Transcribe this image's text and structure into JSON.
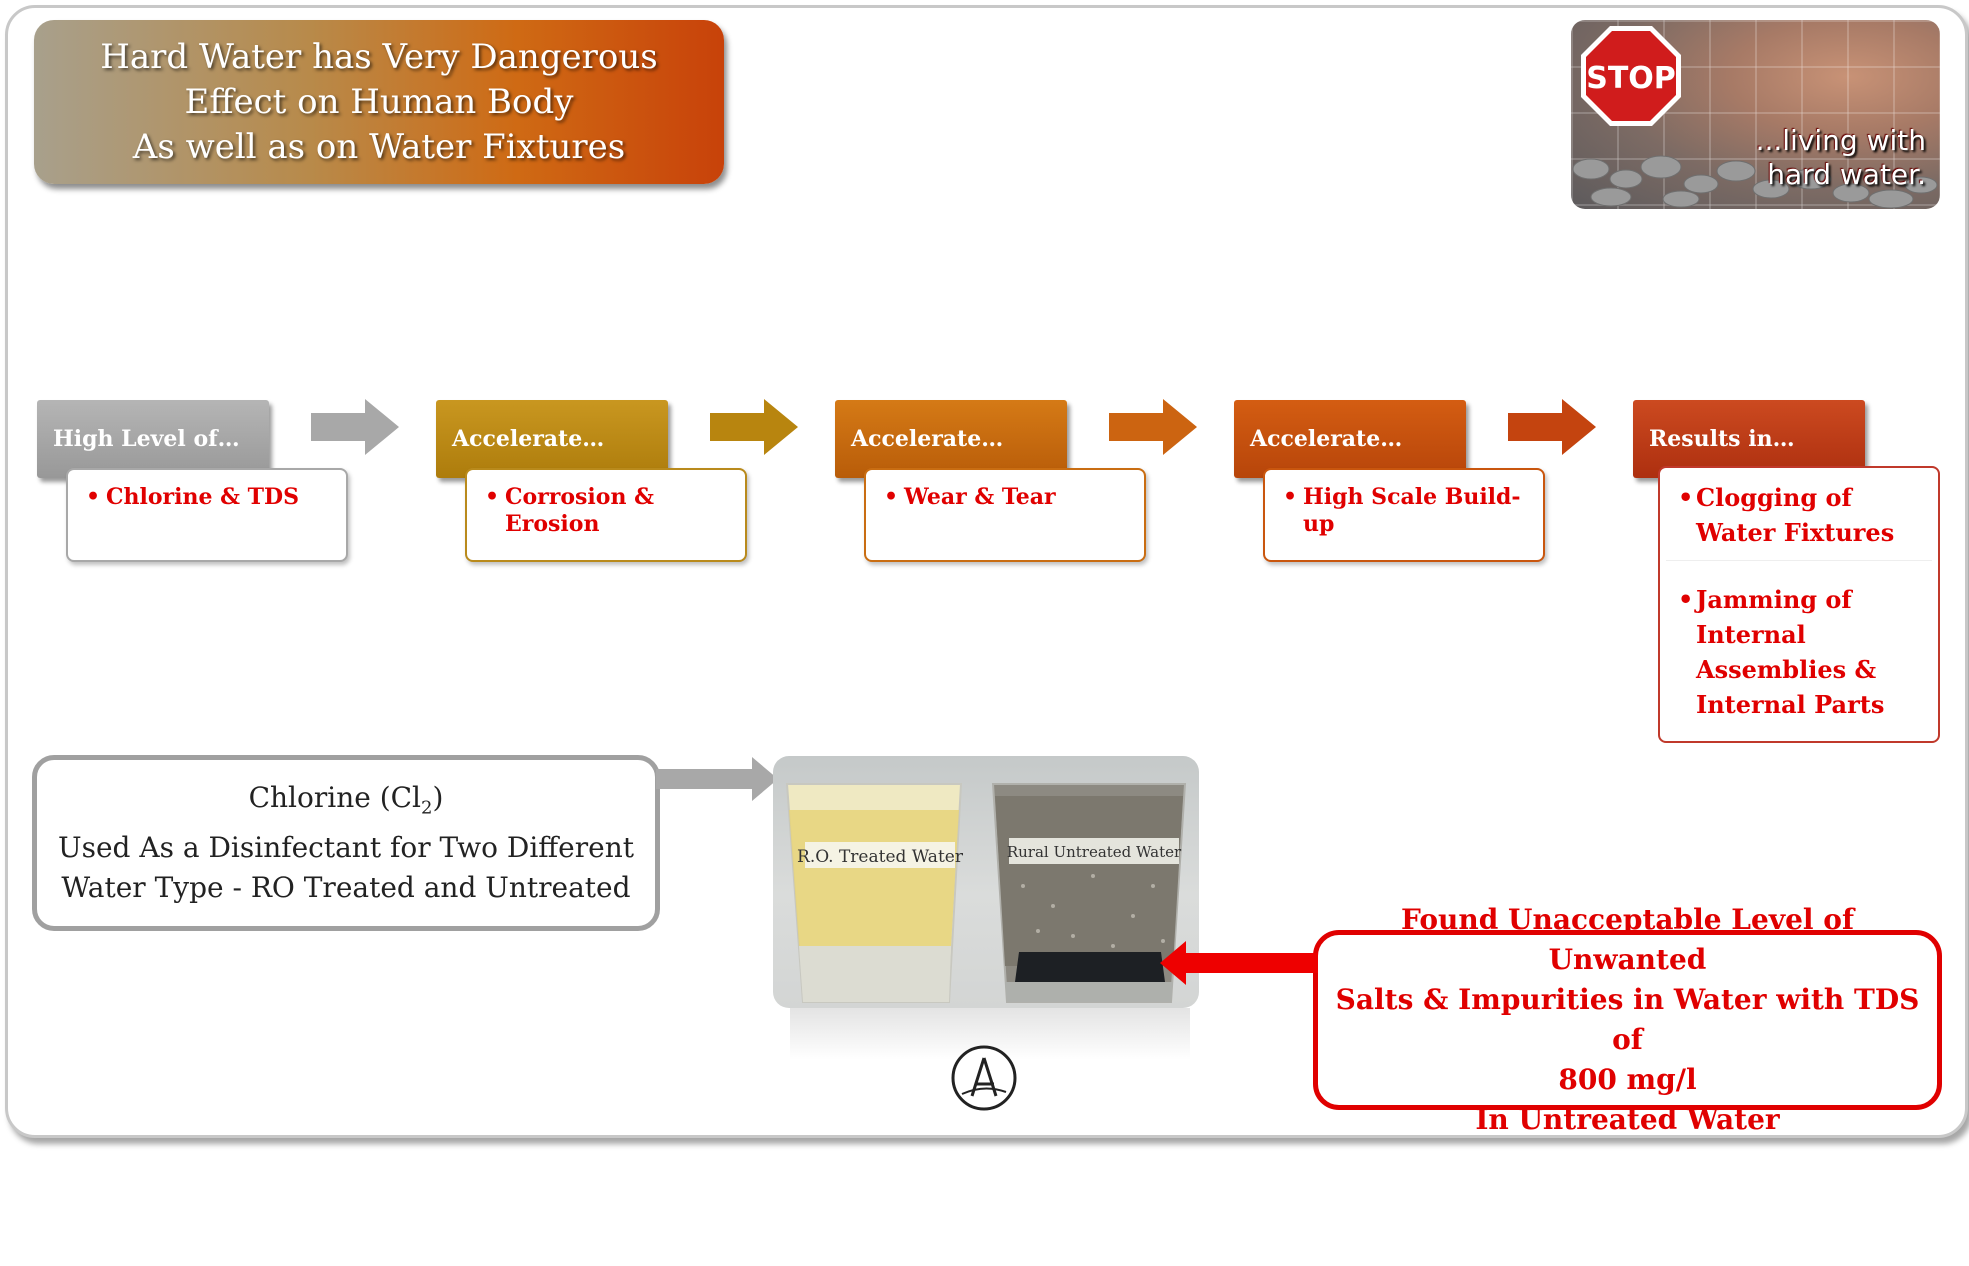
{
  "title": {
    "line1": "Hard Water has Very Dangerous",
    "line2": "Effect on Human Body",
    "line3": "As well as on Water Fixtures"
  },
  "photo": {
    "stop_sign": "STOP",
    "caption_line1": "...living with",
    "caption_line2": "hard water."
  },
  "process": [
    {
      "header": "High Level of…",
      "item": "Chlorine & TDS",
      "color": "#a6a6a6"
    },
    {
      "header": "Accelerate…",
      "item": "Corrosion & Erosion",
      "color": "#b9870f"
    },
    {
      "header": "Accelerate…",
      "item": "Wear & Tear",
      "color": "#c4690c"
    },
    {
      "header": "Accelerate…",
      "item": "High Scale Build-up",
      "color": "#c44e0a"
    },
    {
      "header": "Results in…",
      "color": "#bd3515"
    }
  ],
  "results": {
    "item1": "Clogging of Water Fixtures",
    "item2": "Jamming of Internal Assemblies & Internal Parts"
  },
  "chlorine": {
    "name": "Chlorine (Cl",
    "subscript": "2",
    "close": ")",
    "line2": "Used As a Disinfectant for Two Different",
    "line3": "Water Type - RO Treated and Untreated"
  },
  "glasses": {
    "left_label": "R.O. Treated Water",
    "right_label": "Rural Untreated Water"
  },
  "found": {
    "line1": "Found Unacceptable Level of  Unwanted",
    "line2": "Salts & Impurities in Water with TDS of",
    "line3": "800 mg/l",
    "line4": "In Untreated Water"
  },
  "colors": {
    "accent_red": "#e00000",
    "gray": "#a6a6a6"
  }
}
